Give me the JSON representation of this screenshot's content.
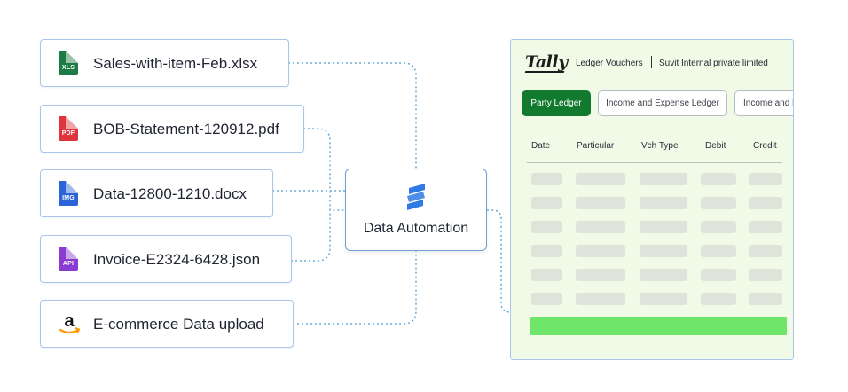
{
  "sources": [
    {
      "label": "Sales-with-item-Feb.xlsx",
      "icon": "xls-file-icon",
      "icon_text": "XLS",
      "color": "#1e7b45"
    },
    {
      "label": "BOB-Statement-120912.pdf",
      "icon": "pdf-file-icon",
      "icon_text": "PDF",
      "color": "#e0343c"
    },
    {
      "label": "Data-12800-1210.docx",
      "icon": "img-file-icon",
      "icon_text": "IMG",
      "color": "#2c63d6"
    },
    {
      "label": "Invoice-E2324-6428.json",
      "icon": "api-file-icon",
      "icon_text": "API",
      "color": "#8a3bd1"
    },
    {
      "label": "E-commerce Data upload",
      "icon": "amazon-icon",
      "icon_text": "",
      "color": "#ff9900"
    }
  ],
  "hub": {
    "label": "Data Automation",
    "icon": "automation-logo-icon",
    "accent": "#2f7ae5"
  },
  "ledger": {
    "brand": "Tally",
    "title": "Ledger Vouchers",
    "company": "Suvit Internal private limited",
    "tabs": [
      {
        "label": "Party Ledger",
        "active": true
      },
      {
        "label": "Income and Expense Ledger",
        "active": false
      },
      {
        "label": "Income and E",
        "active": false
      }
    ],
    "columns": [
      "Date",
      "Particular",
      "Vch Type",
      "Debit",
      "Credit"
    ],
    "placeholder_rows": 6,
    "highlight_color": "#6fe56a",
    "background": "#f1fae6"
  },
  "connector_color": "#4a9fd6"
}
